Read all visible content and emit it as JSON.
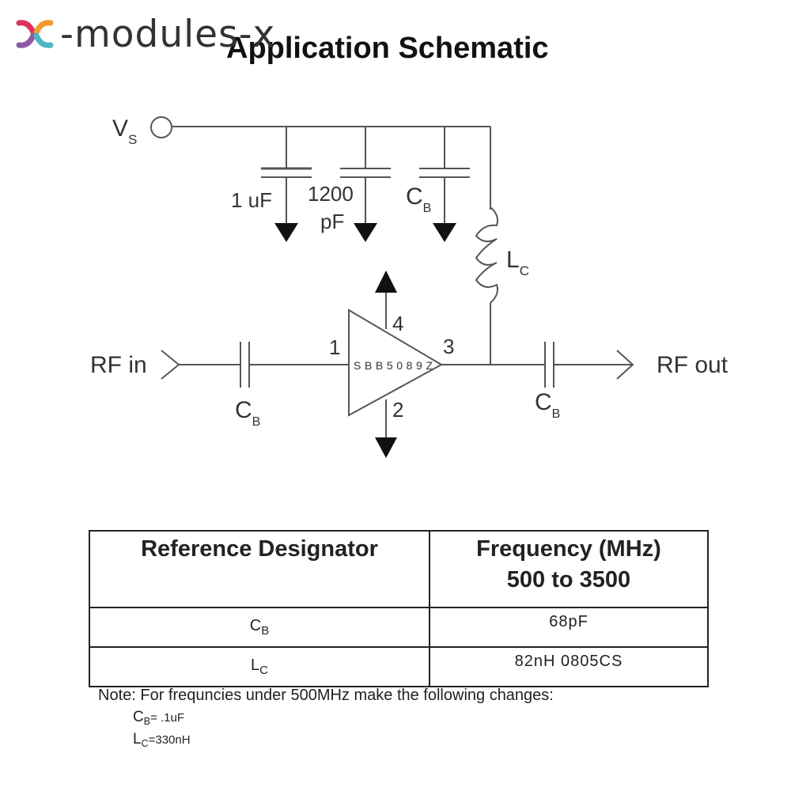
{
  "logo": {
    "text": "-modules-x",
    "colors": {
      "magenta": "#e0315e",
      "orange": "#f29a2e",
      "purple": "#8e5aa5",
      "teal": "#4bb8c4"
    }
  },
  "title": "Application Schematic",
  "schematic": {
    "supply_label": "V",
    "supply_sub": "S",
    "cap1_label": "1 uF",
    "cap2_label_line1": "1200",
    "cap2_label_line2": "pF",
    "cap3_label": "C",
    "cap3_sub": "B",
    "inductor_label": "L",
    "inductor_sub": "C",
    "amp_label": "SBB5089Z",
    "pin1": "1",
    "pin2": "2",
    "pin3": "3",
    "pin4": "4",
    "rf_in": "RF in",
    "rf_out": "RF out",
    "cin_label": "C",
    "cin_sub": "B",
    "cout_label": "C",
    "cout_sub": "B"
  },
  "table": {
    "header_left": "Reference Designator",
    "header_right_line1": "Frequency (MHz)",
    "header_right_line2": "500 to 3500",
    "rows": [
      {
        "ref": "C",
        "ref_sub": "B",
        "value": "68pF"
      },
      {
        "ref": "L",
        "ref_sub": "C",
        "value": "82nH 0805CS"
      }
    ]
  },
  "note": {
    "text": "Note: For frequncies under 500MHz make the following changes:",
    "changes": [
      {
        "ref": "C",
        "ref_sub": "B",
        "value": "= .1uF"
      },
      {
        "ref": "L",
        "ref_sub": "C",
        "value": "=330nH"
      }
    ]
  }
}
